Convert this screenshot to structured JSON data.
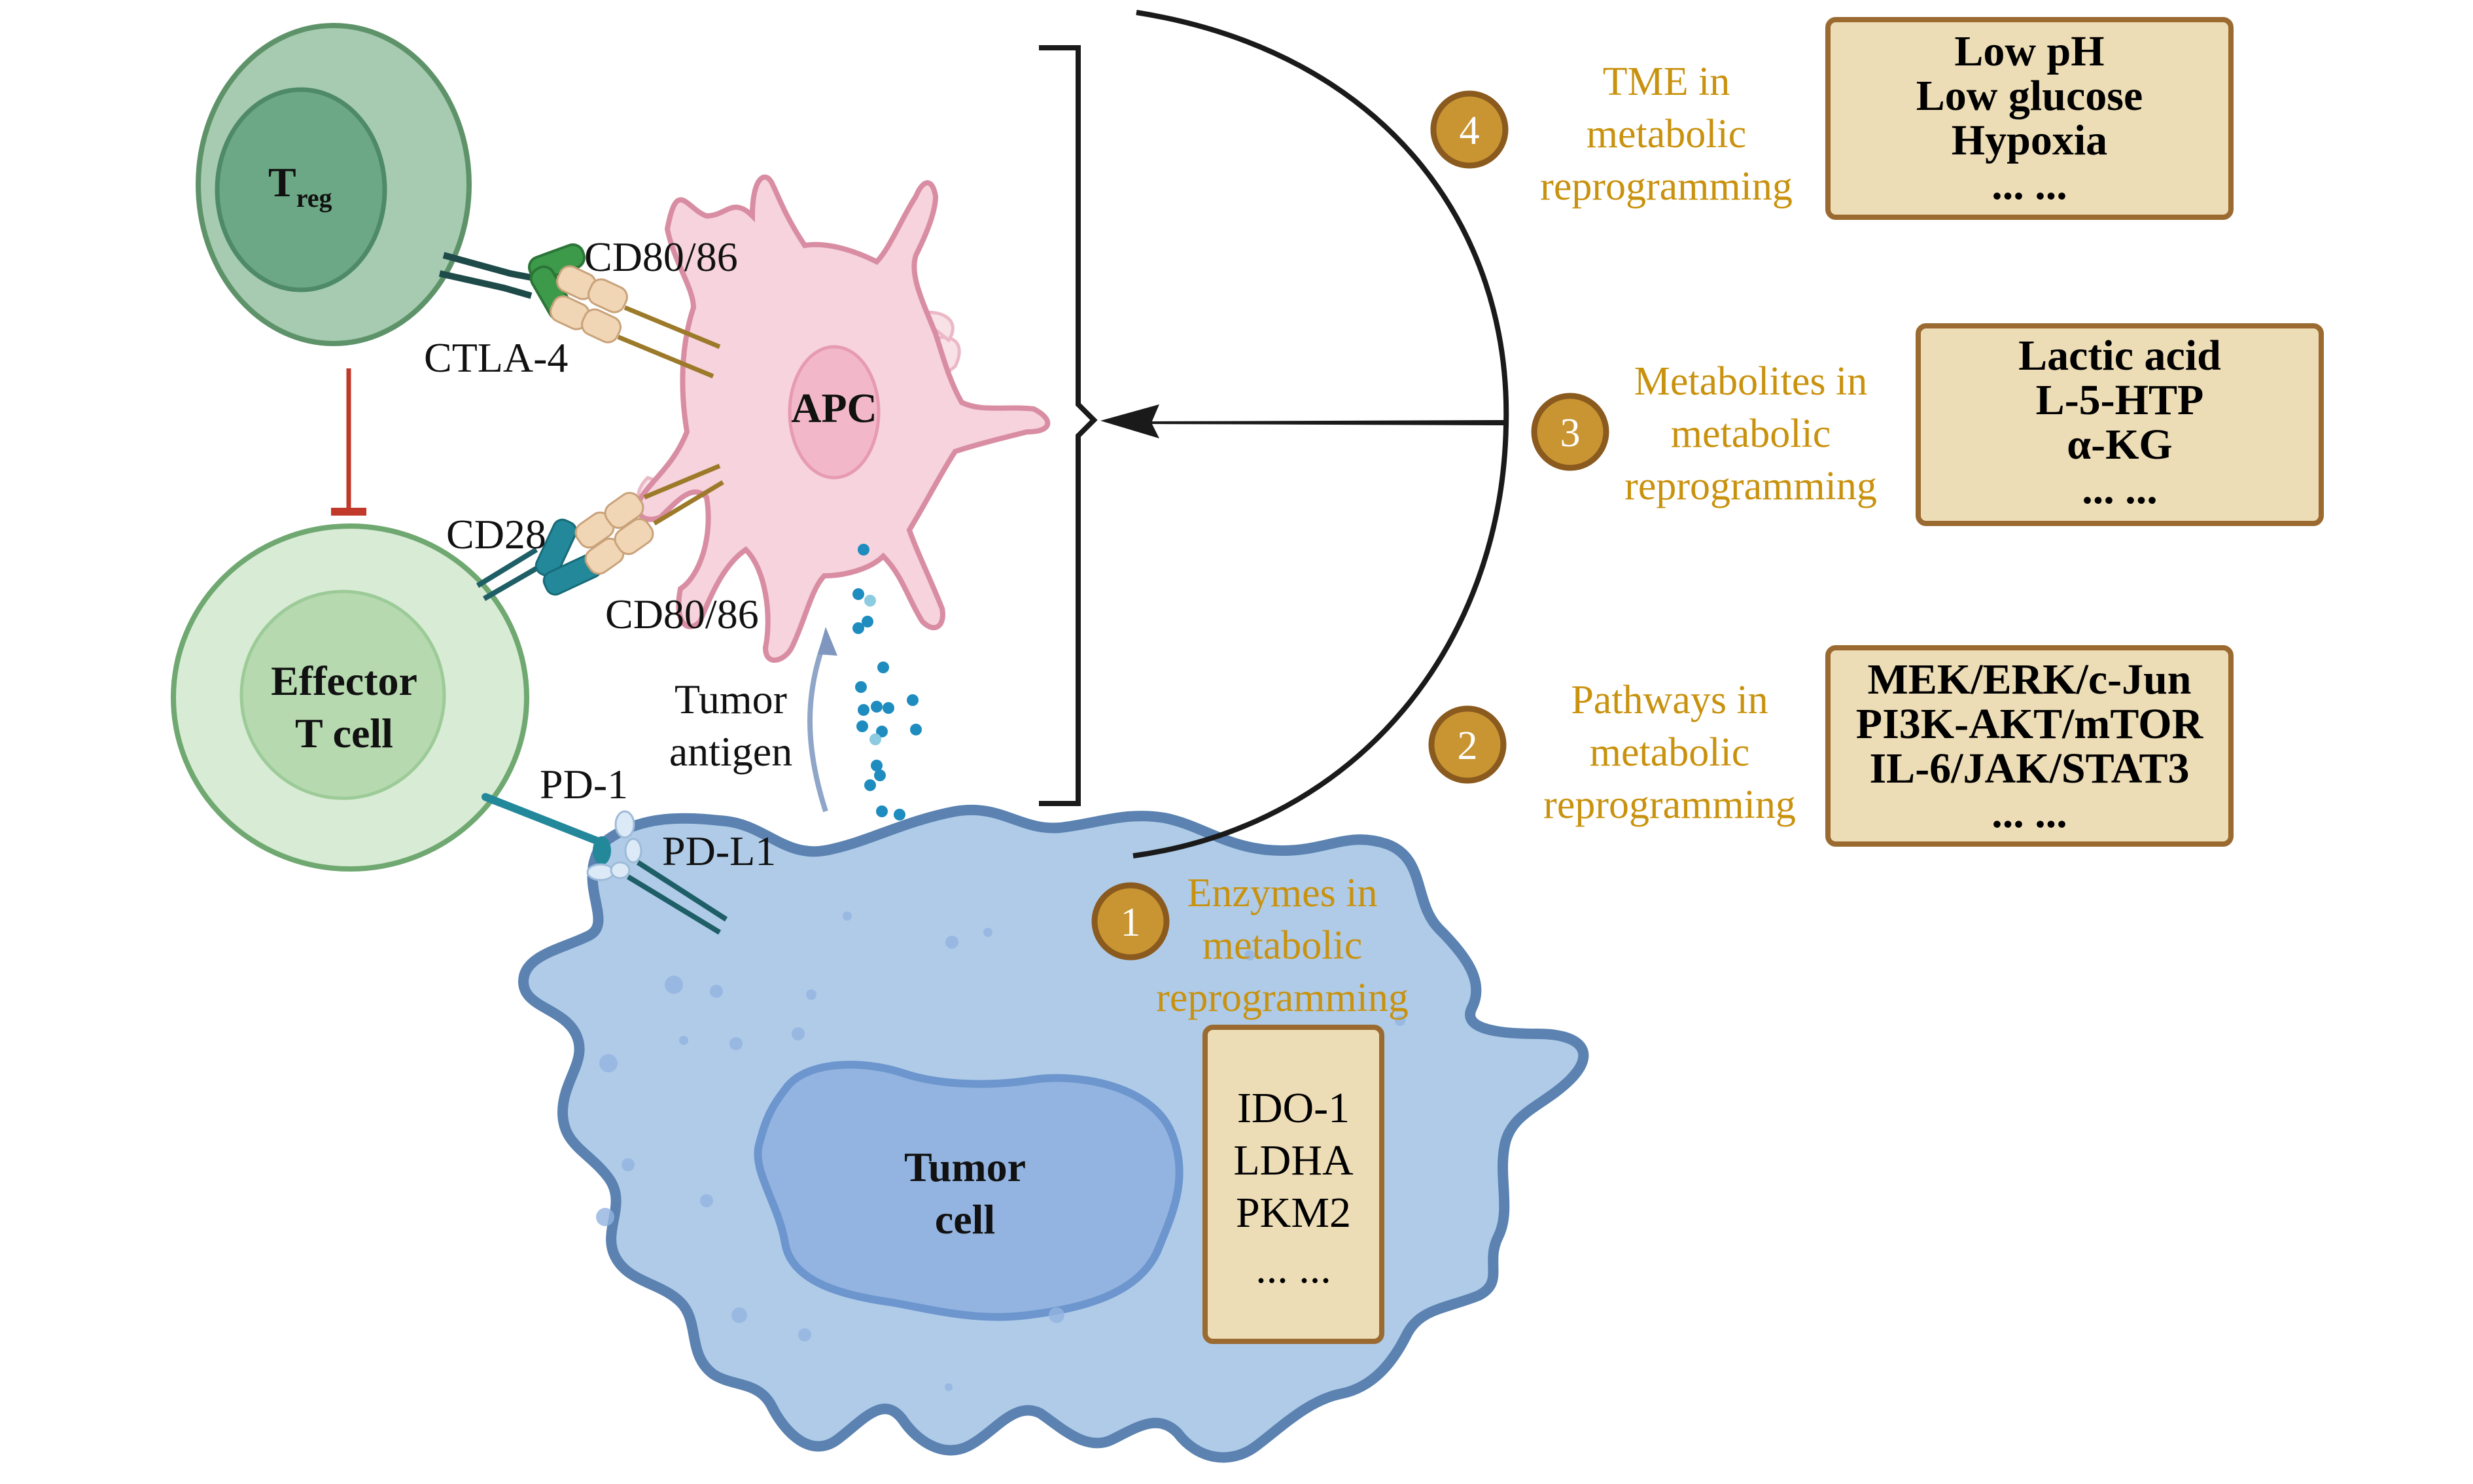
{
  "figure": {
    "cells": {
      "treg": {
        "label_main": "T",
        "label_sub": "reg"
      },
      "effector": {
        "line1": "Effector",
        "line2": "T cell"
      },
      "apc": {
        "label": "APC"
      },
      "tumor": {
        "line1": "Tumor",
        "line2": "cell"
      }
    },
    "receptors": {
      "treg_ligand": "CD80/86",
      "ctla4": "CTLA-4",
      "cd28": "CD28",
      "effector_ligand": "CD80/86",
      "pd1": "PD-1",
      "pdl1": "PD-L1"
    },
    "tumor_antigen": {
      "line1": "Tumor",
      "line2": "antigen"
    },
    "categories": [
      {
        "number": "1",
        "title_lines": [
          "Enzymes in",
          "metabolic",
          "reprogramming"
        ],
        "items": [
          "IDO-1",
          "LDHA",
          "PKM2",
          "... ..."
        ]
      },
      {
        "number": "2",
        "title_lines": [
          "Pathways in",
          "metabolic",
          "reprogramming"
        ],
        "items": [
          "MEK/ERK/c-Jun",
          "PI3K-AKT/mTOR",
          "IL-6/JAK/STAT3",
          "... ..."
        ]
      },
      {
        "number": "3",
        "title_lines": [
          "Metabolites in",
          "metabolic",
          "reprogramming"
        ],
        "items": [
          "Lactic acid",
          "L-5-HTP",
          "α-KG",
          "... ..."
        ]
      },
      {
        "number": "4",
        "title_lines": [
          "TME in",
          "metabolic",
          "reprogramming"
        ],
        "items": [
          "Low pH",
          "Low glucose",
          "Hypoxia",
          "... ..."
        ]
      }
    ],
    "colors": {
      "treg_outer": "#A6CBB0",
      "treg_inner": "#6DA886",
      "effector_outer": "#D8EBD5",
      "effector_inner": "#B6D9B0",
      "apc": "#F6D3DD",
      "apc_nucleus": "#F2B8C9",
      "tumor": "#AFCBE8",
      "tumor_nucleus": "#93B4E0",
      "tumor_border": "#5B82B0",
      "gold": "#C9920E",
      "badge": "#C99532",
      "badge_border": "#8A5A1E",
      "box_fill": "#EDDDB6",
      "box_border": "#9A6A30",
      "inhibit": "#C0392B"
    }
  }
}
